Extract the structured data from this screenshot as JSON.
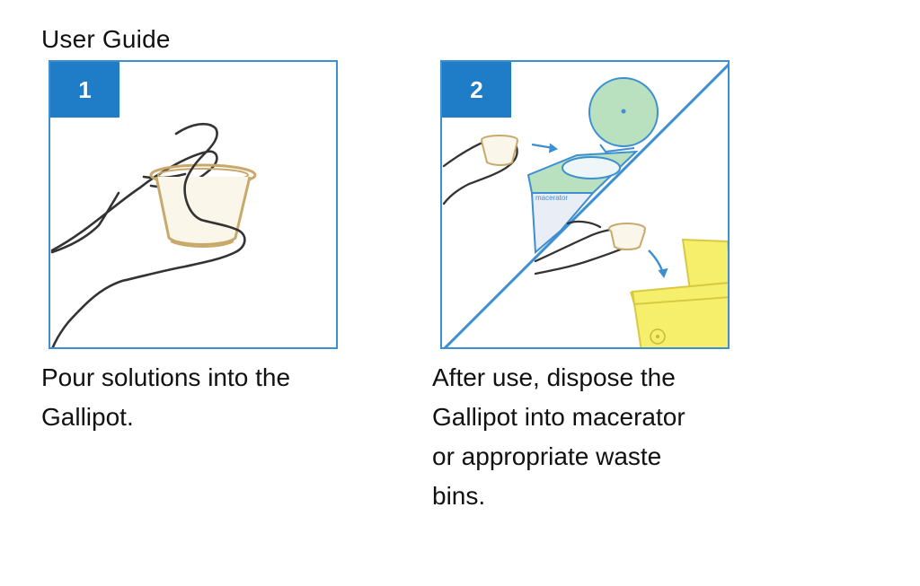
{
  "document": {
    "title": "User Guide"
  },
  "steps": [
    {
      "number": "1",
      "caption": "Pour solutions into the Gallipot."
    },
    {
      "number": "2",
      "caption": "After use, dispose the Gallipot into macerator or appropriate waste bins.",
      "macerator_label": "macerator"
    }
  ],
  "colors": {
    "accent_blue": "#1f7cc6",
    "frame_blue": "#3d8fd1",
    "gallipot": "#c8a96b",
    "macerator_green": "#b9e0bf",
    "waste_bin_yellow": "#f5ef6b"
  }
}
